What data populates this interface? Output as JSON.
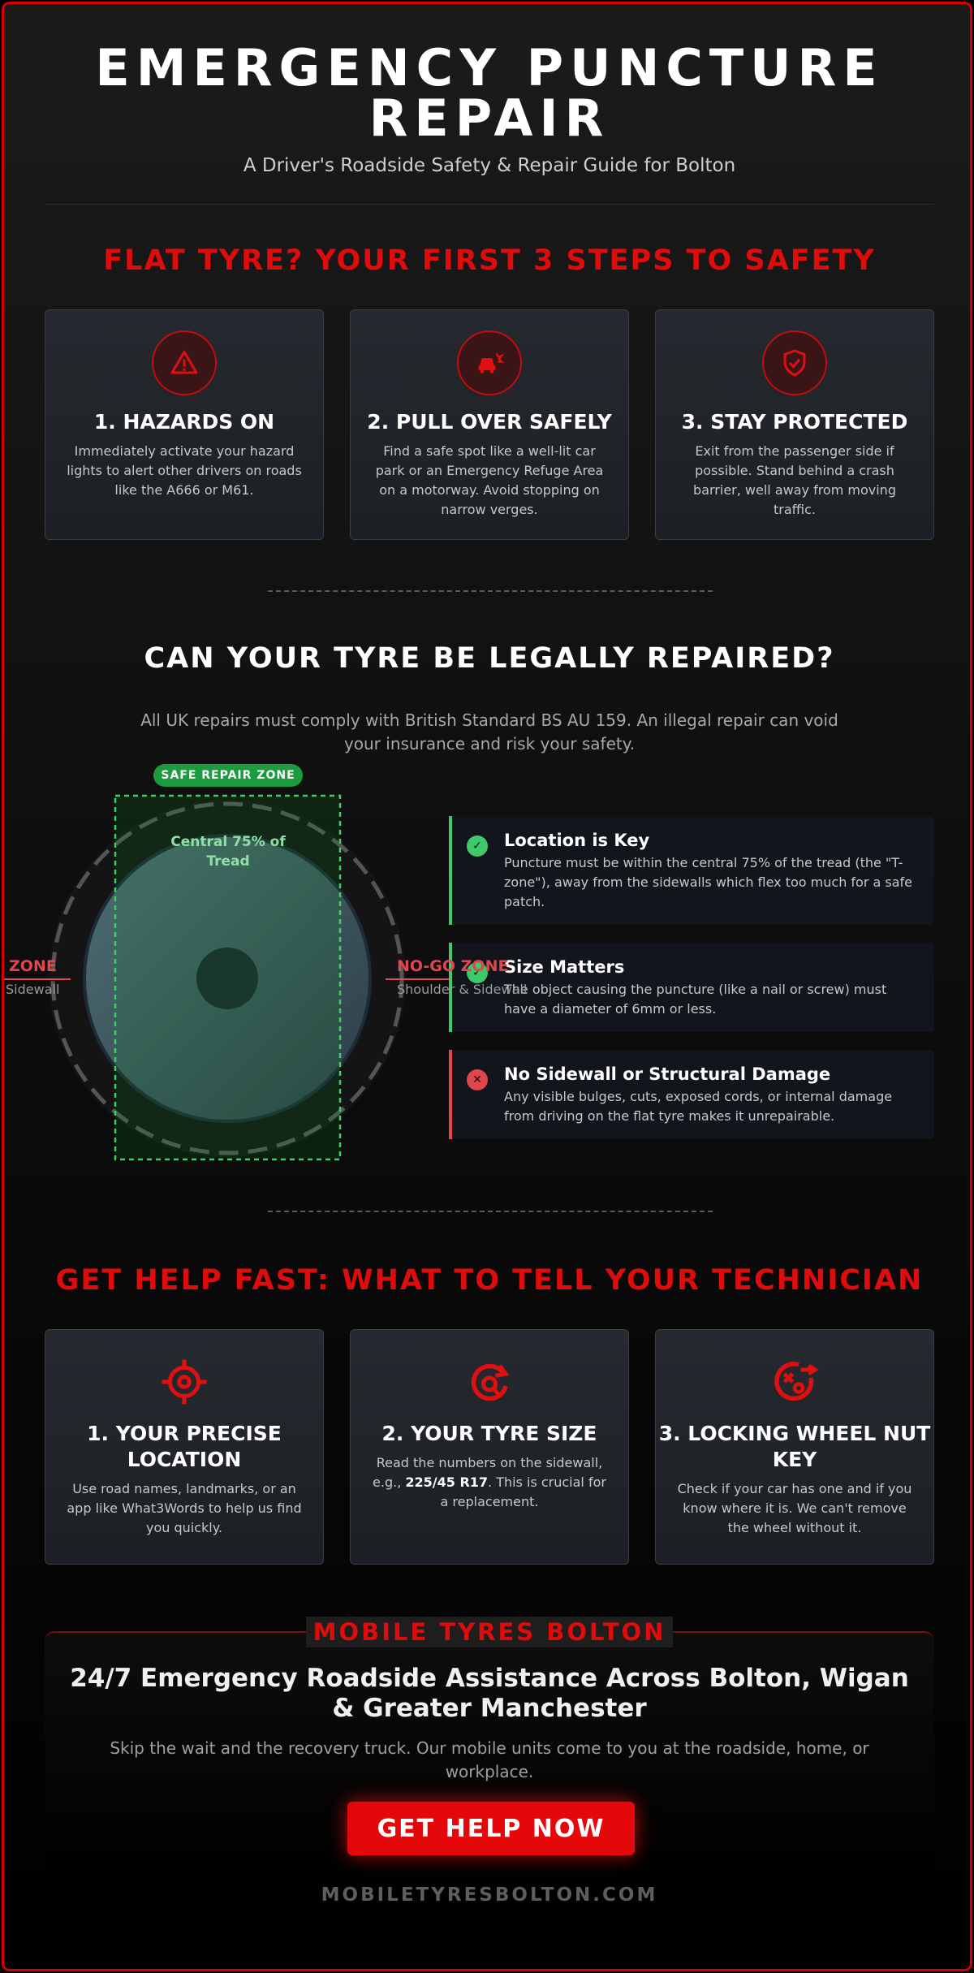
{
  "header": {
    "title": "EMERGENCY PUNCTURE REPAIR",
    "subtitle": "A Driver's Roadside Safety & Repair Guide for Bolton"
  },
  "safety": {
    "heading": "FLAT TYRE? YOUR FIRST 3 STEPS TO SAFETY",
    "cards": [
      {
        "icon": "warning-triangle-icon",
        "title": "1. HAZARDS ON",
        "text": "Immediately activate your hazard lights to alert other drivers on roads like the A666 or M61."
      },
      {
        "icon": "car-crash-icon",
        "title": "2. PULL OVER SAFELY",
        "text": "Find a safe spot like a well-lit car park or an Emergency Refuge Area on a motorway. Avoid stopping on narrow verges."
      },
      {
        "icon": "shield-check-icon",
        "title": "3. STAY PROTECTED",
        "text": "Exit from the passenger side if possible. Stand behind a crash barrier, well away from moving traffic."
      }
    ]
  },
  "legal": {
    "heading": "CAN YOUR TYRE BE LEGALLY REPAIRED?",
    "description": "All UK repairs must comply with British Standard BS AU 159. An illegal repair can void your insurance and risk your safety.",
    "diagram": {
      "safe_badge": "SAFE REPAIR ZONE",
      "central_label": "Central 75% of Tread",
      "nogo_left": "ZONE",
      "nogo_left_sub": "Sidewall",
      "nogo_right": "NO-GO ZONE",
      "nogo_right_sub": "Shoulder & Sidewall"
    },
    "rules": [
      {
        "status": "ok",
        "title": "Location is Key",
        "text": "Puncture must be within the central 75% of the tread (the \"T-zone\"), away from the sidewalls which flex too much for a safe patch."
      },
      {
        "status": "ok",
        "title": "Size Matters",
        "text": "The object causing the puncture (like a nail or screw) must have a diameter of 6mm or less."
      },
      {
        "status": "bad",
        "title": "No Sidewall or Structural Damage",
        "text": "Any visible bulges, cuts, exposed cords, or internal damage from driving on the flat tyre makes it unrepairable."
      }
    ],
    "colors": {
      "ok": "#3ec96b",
      "bad": "#e0474c"
    }
  },
  "help": {
    "heading": "GET HELP FAST: WHAT TO TELL YOUR TECHNICIAN",
    "cards": [
      {
        "icon": "crosshair-location-icon",
        "title": "1. YOUR PRECISE LOCATION",
        "text": "Use road names, landmarks, or an app like What3Words to help us find you quickly."
      },
      {
        "icon": "tyre-size-icon",
        "title": "2. YOUR TYRE SIZE",
        "text_before": "Read the numbers on the sidewall, e.g., ",
        "text_bold": "225/45 R17",
        "text_after": ". This is crucial for a replacement."
      },
      {
        "icon": "locking-key-icon",
        "title": "3. LOCKING WHEEL NUT KEY",
        "text": "Check if your car has one and if you know where it is. We can't remove the wheel without it."
      }
    ]
  },
  "cta": {
    "brand": "MOBILE TYRES BOLTON",
    "title": "24/7 Emergency Roadside Assistance Across Bolton, Wigan & Greater Manchester",
    "text": "Skip the wait and the recovery truck. Our mobile units come to you at the roadside, home, or workplace.",
    "button": "GET HELP NOW",
    "website": "MOBILETYRESBOLTON.COM"
  },
  "accent_color": "#e00c0c"
}
